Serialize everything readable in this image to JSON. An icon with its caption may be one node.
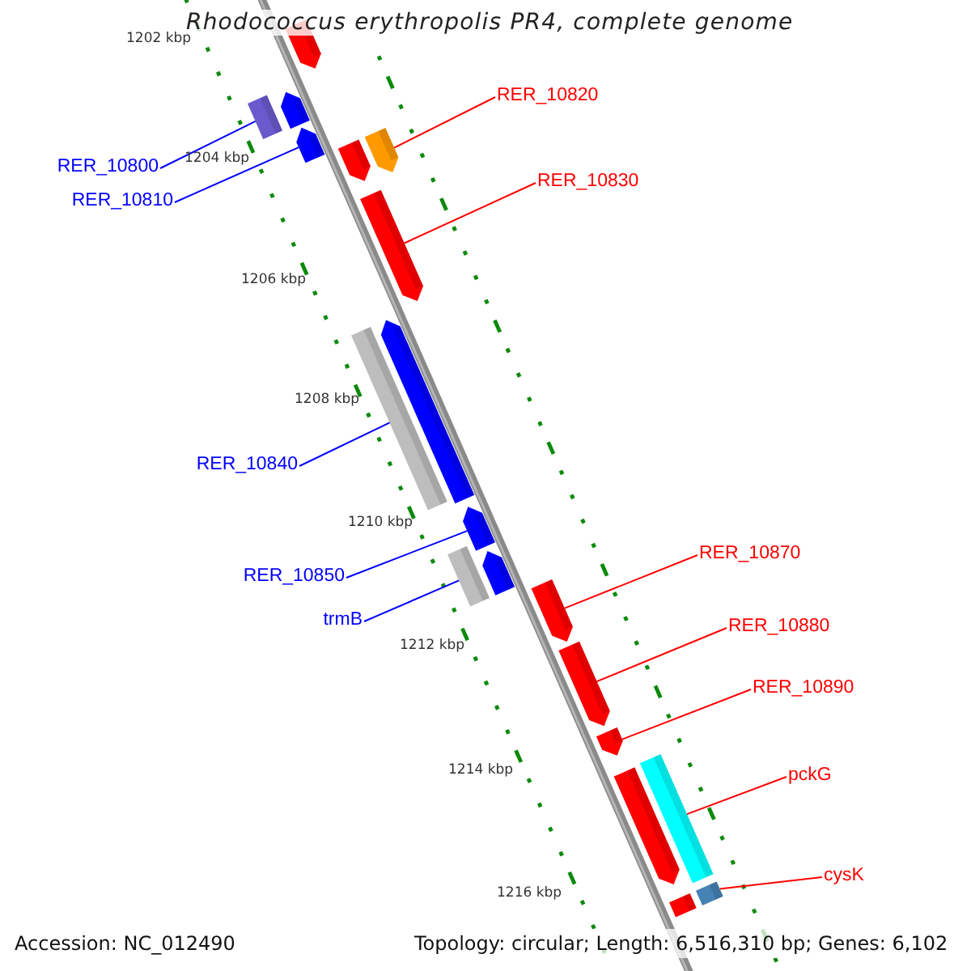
{
  "diagram": {
    "title": "Rhodococcus erythropolis PR4, complete genome",
    "nodes": [
      {
        "text": [
          "RER_10800"
        ]
      },
      {
        "text": [
          "RER_10810"
        ]
      },
      {
        "text": [
          "RER_10820"
        ]
      },
      {
        "text": [
          "RER_10830"
        ]
      },
      {
        "text": [
          "RER_10840"
        ]
      },
      {
        "text": [
          "RER_10850"
        ]
      },
      {
        "text": [
          "trmB"
        ]
      },
      {
        "text": [
          "RER_10870"
        ]
      },
      {
        "text": [
          "RER_10880"
        ]
      },
      {
        "text": [
          "RER_10890"
        ]
      },
      {
        "text": [
          "pckG"
        ]
      },
      {
        "text": [
          "cysK"
        ]
      },
      {
        "text": [],
        "shape": "bar"
      },
      {
        "text": [],
        "shape": "bar"
      },
      {
        "text": [],
        "shape": "bar"
      },
      {
        "text": [],
        "shape": "bar"
      },
      {
        "text": [],
        "shape": "bar"
      },
      {
        "text": [],
        "shape": "bar"
      },
      {
        "text": [],
        "shape": "bar"
      },
      {
        "text": [],
        "shape": "bar"
      },
      {
        "text": [],
        "shape": "bar"
      },
      {
        "text": [],
        "shape": "bar"
      },
      {
        "text": [],
        "shape": "bar"
      },
      {
        "text": [],
        "shape": "bar"
      },
      {
        "text": [],
        "shape": "bar"
      },
      {
        "text": [],
        "shape": "bar"
      },
      {
        "text": [],
        "shape": "bar"
      },
      {
        "text": [],
        "shape": "bar"
      },
      {
        "text": [],
        "shape": "bar"
      },
      {
        "text": [],
        "shape": "bar"
      },
      {
        "text": [],
        "shape": "bar"
      }
    ],
    "edges": [
      {
        "from": 0,
        "to": 12,
        "arrow": "none",
        "color": "#0000ff"
      },
      {
        "from": 1,
        "to": 13,
        "arrow": "none",
        "color": "#0000ff"
      },
      {
        "from": 2,
        "to": 14,
        "arrow": "none"
      },
      {
        "from": 3,
        "to": 15,
        "arrow": "none"
      },
      {
        "from": 4,
        "to": 16,
        "arrow": "none",
        "color": "#0000ff"
      },
      {
        "from": 5,
        "to": 17,
        "arrow": "none",
        "color": "#0000ff"
      },
      {
        "from": 6,
        "to": 18,
        "arrow": "none",
        "color": "#0000ff"
      },
      {
        "from": 7,
        "to": 19,
        "arrow": "none"
      },
      {
        "from": 8,
        "to": 20,
        "arrow": "none"
      },
      {
        "from": 9,
        "to": 21,
        "arrow": "none"
      },
      {
        "from": 10,
        "to": 22,
        "arrow": "none"
      },
      {
        "from": 11,
        "to": 23,
        "arrow": "none"
      }
    ],
    "labels": [
      "1202 kbp",
      "1204 kbp",
      "1206 kbp",
      "1208 kbp",
      "1210 kbp",
      "1212 kbp",
      "1214 kbp",
      "1216 kbp",
      "Accession: NC_012490",
      "Topology: circular; Length: 6,516,310 bp; Genes: 6,102"
    ]
  }
}
